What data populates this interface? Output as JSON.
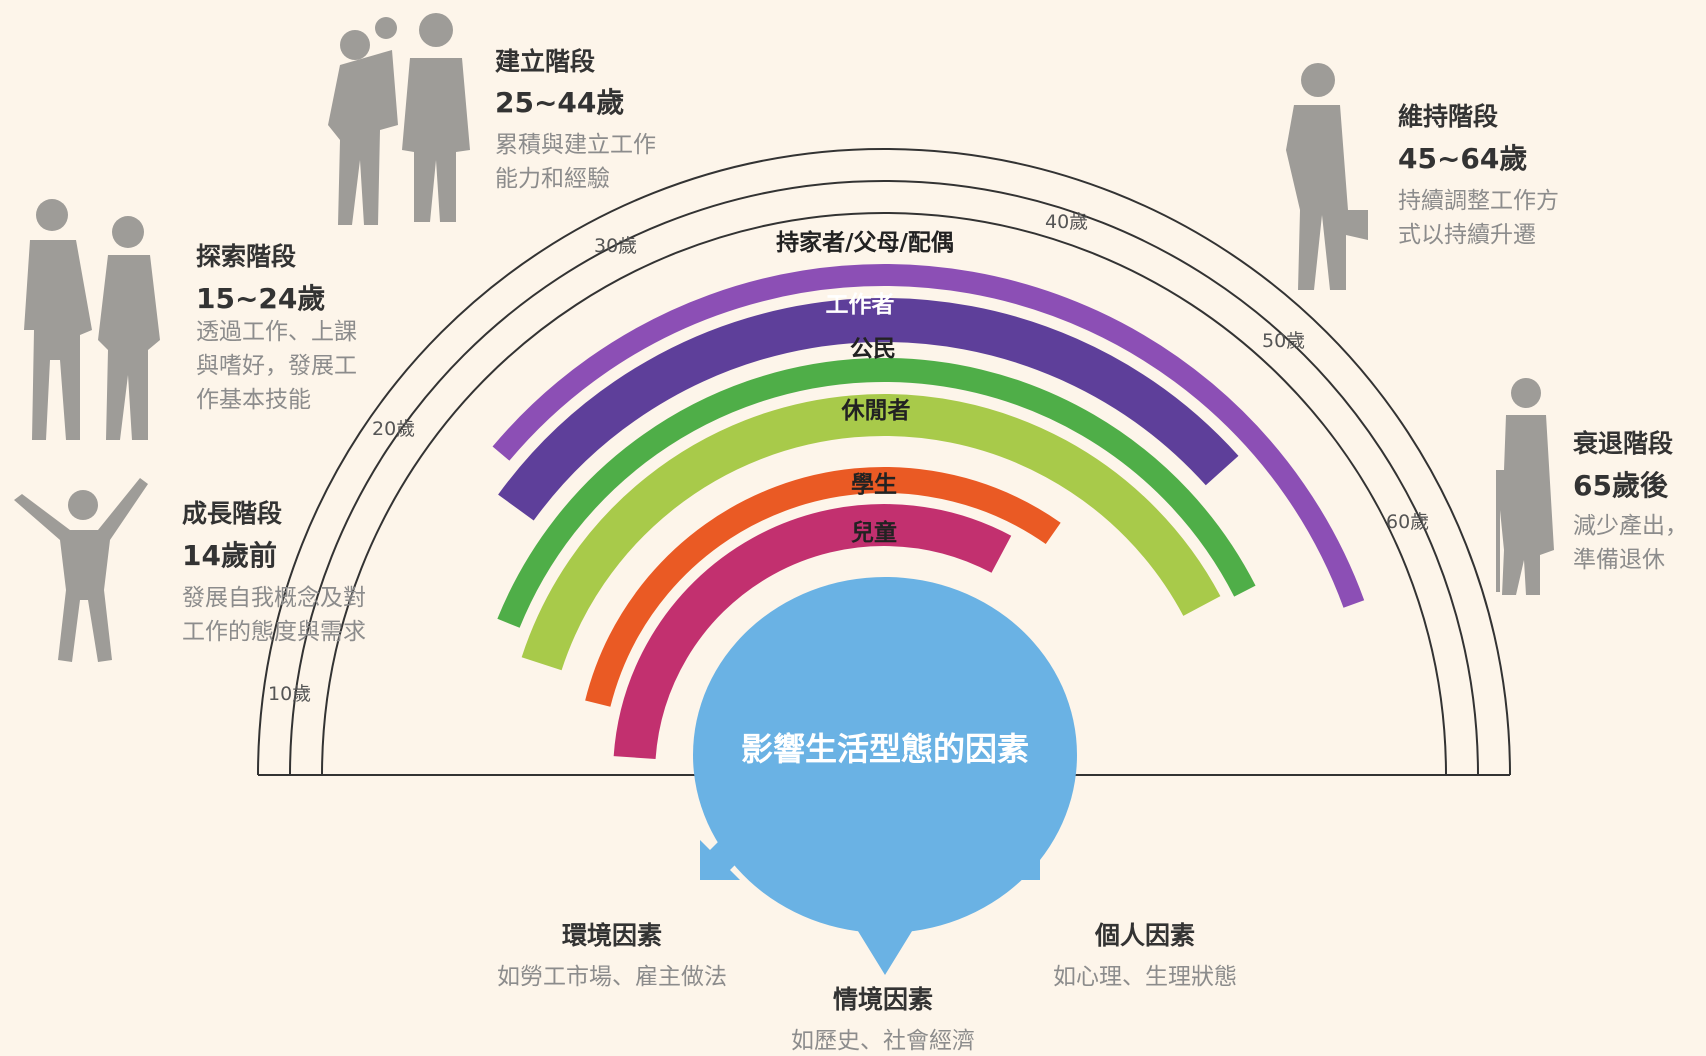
{
  "stages": {
    "growth": {
      "title": "成長階段",
      "age": "14歲前",
      "desc": [
        "發展自我概念及對",
        "工作的態度與需求"
      ]
    },
    "exploration": {
      "title": "探索階段",
      "age": "15~24歲",
      "desc": [
        "透過工作、上課",
        "與嗜好，發展工",
        "作基本技能"
      ]
    },
    "establishment": {
      "title": "建立階段",
      "age": "25~44歲",
      "desc": [
        "累積與建立工作",
        "能力和經驗"
      ]
    },
    "maintenance": {
      "title": "維持階段",
      "age": "45~64歲",
      "desc": [
        "持續調整工作方",
        "式以持續升遷"
      ]
    },
    "decline": {
      "title": "衰退階段",
      "age": "65歲後",
      "desc": [
        "減少產出，",
        "準備退休"
      ]
    }
  },
  "age_ticks": [
    "10歲",
    "20歲",
    "30歲",
    "40歲",
    "50歲",
    "60歲"
  ],
  "roles": [
    {
      "key": "homemaker",
      "label": "持家者/父母/配偶",
      "color": "#8c4fb5"
    },
    {
      "key": "worker",
      "label": "工作者",
      "color": "#5e3f9a"
    },
    {
      "key": "citizen",
      "label": "公民",
      "color": "#4fae48"
    },
    {
      "key": "leisurite",
      "label": "休閒者",
      "color": "#a8ca4a"
    },
    {
      "key": "student",
      "label": "學生",
      "color": "#ea5a24"
    },
    {
      "key": "child",
      "label": "兒童",
      "color": "#c2306f"
    }
  ],
  "center": {
    "label": "影響生活型態的因素",
    "color": "#6ab2e4"
  },
  "factors": {
    "environment": {
      "title": "環境因素",
      "desc": "如勞工市場、雇主做法"
    },
    "situation": {
      "title": "情境因素",
      "desc": "如歷史、社會經濟"
    },
    "personal": {
      "title": "個人因素",
      "desc": "如心理、生理狀態"
    }
  },
  "colors": {
    "background": "#fdf5ea",
    "silhouette": "#9e9c98",
    "arrow": "#6ab2e4"
  }
}
